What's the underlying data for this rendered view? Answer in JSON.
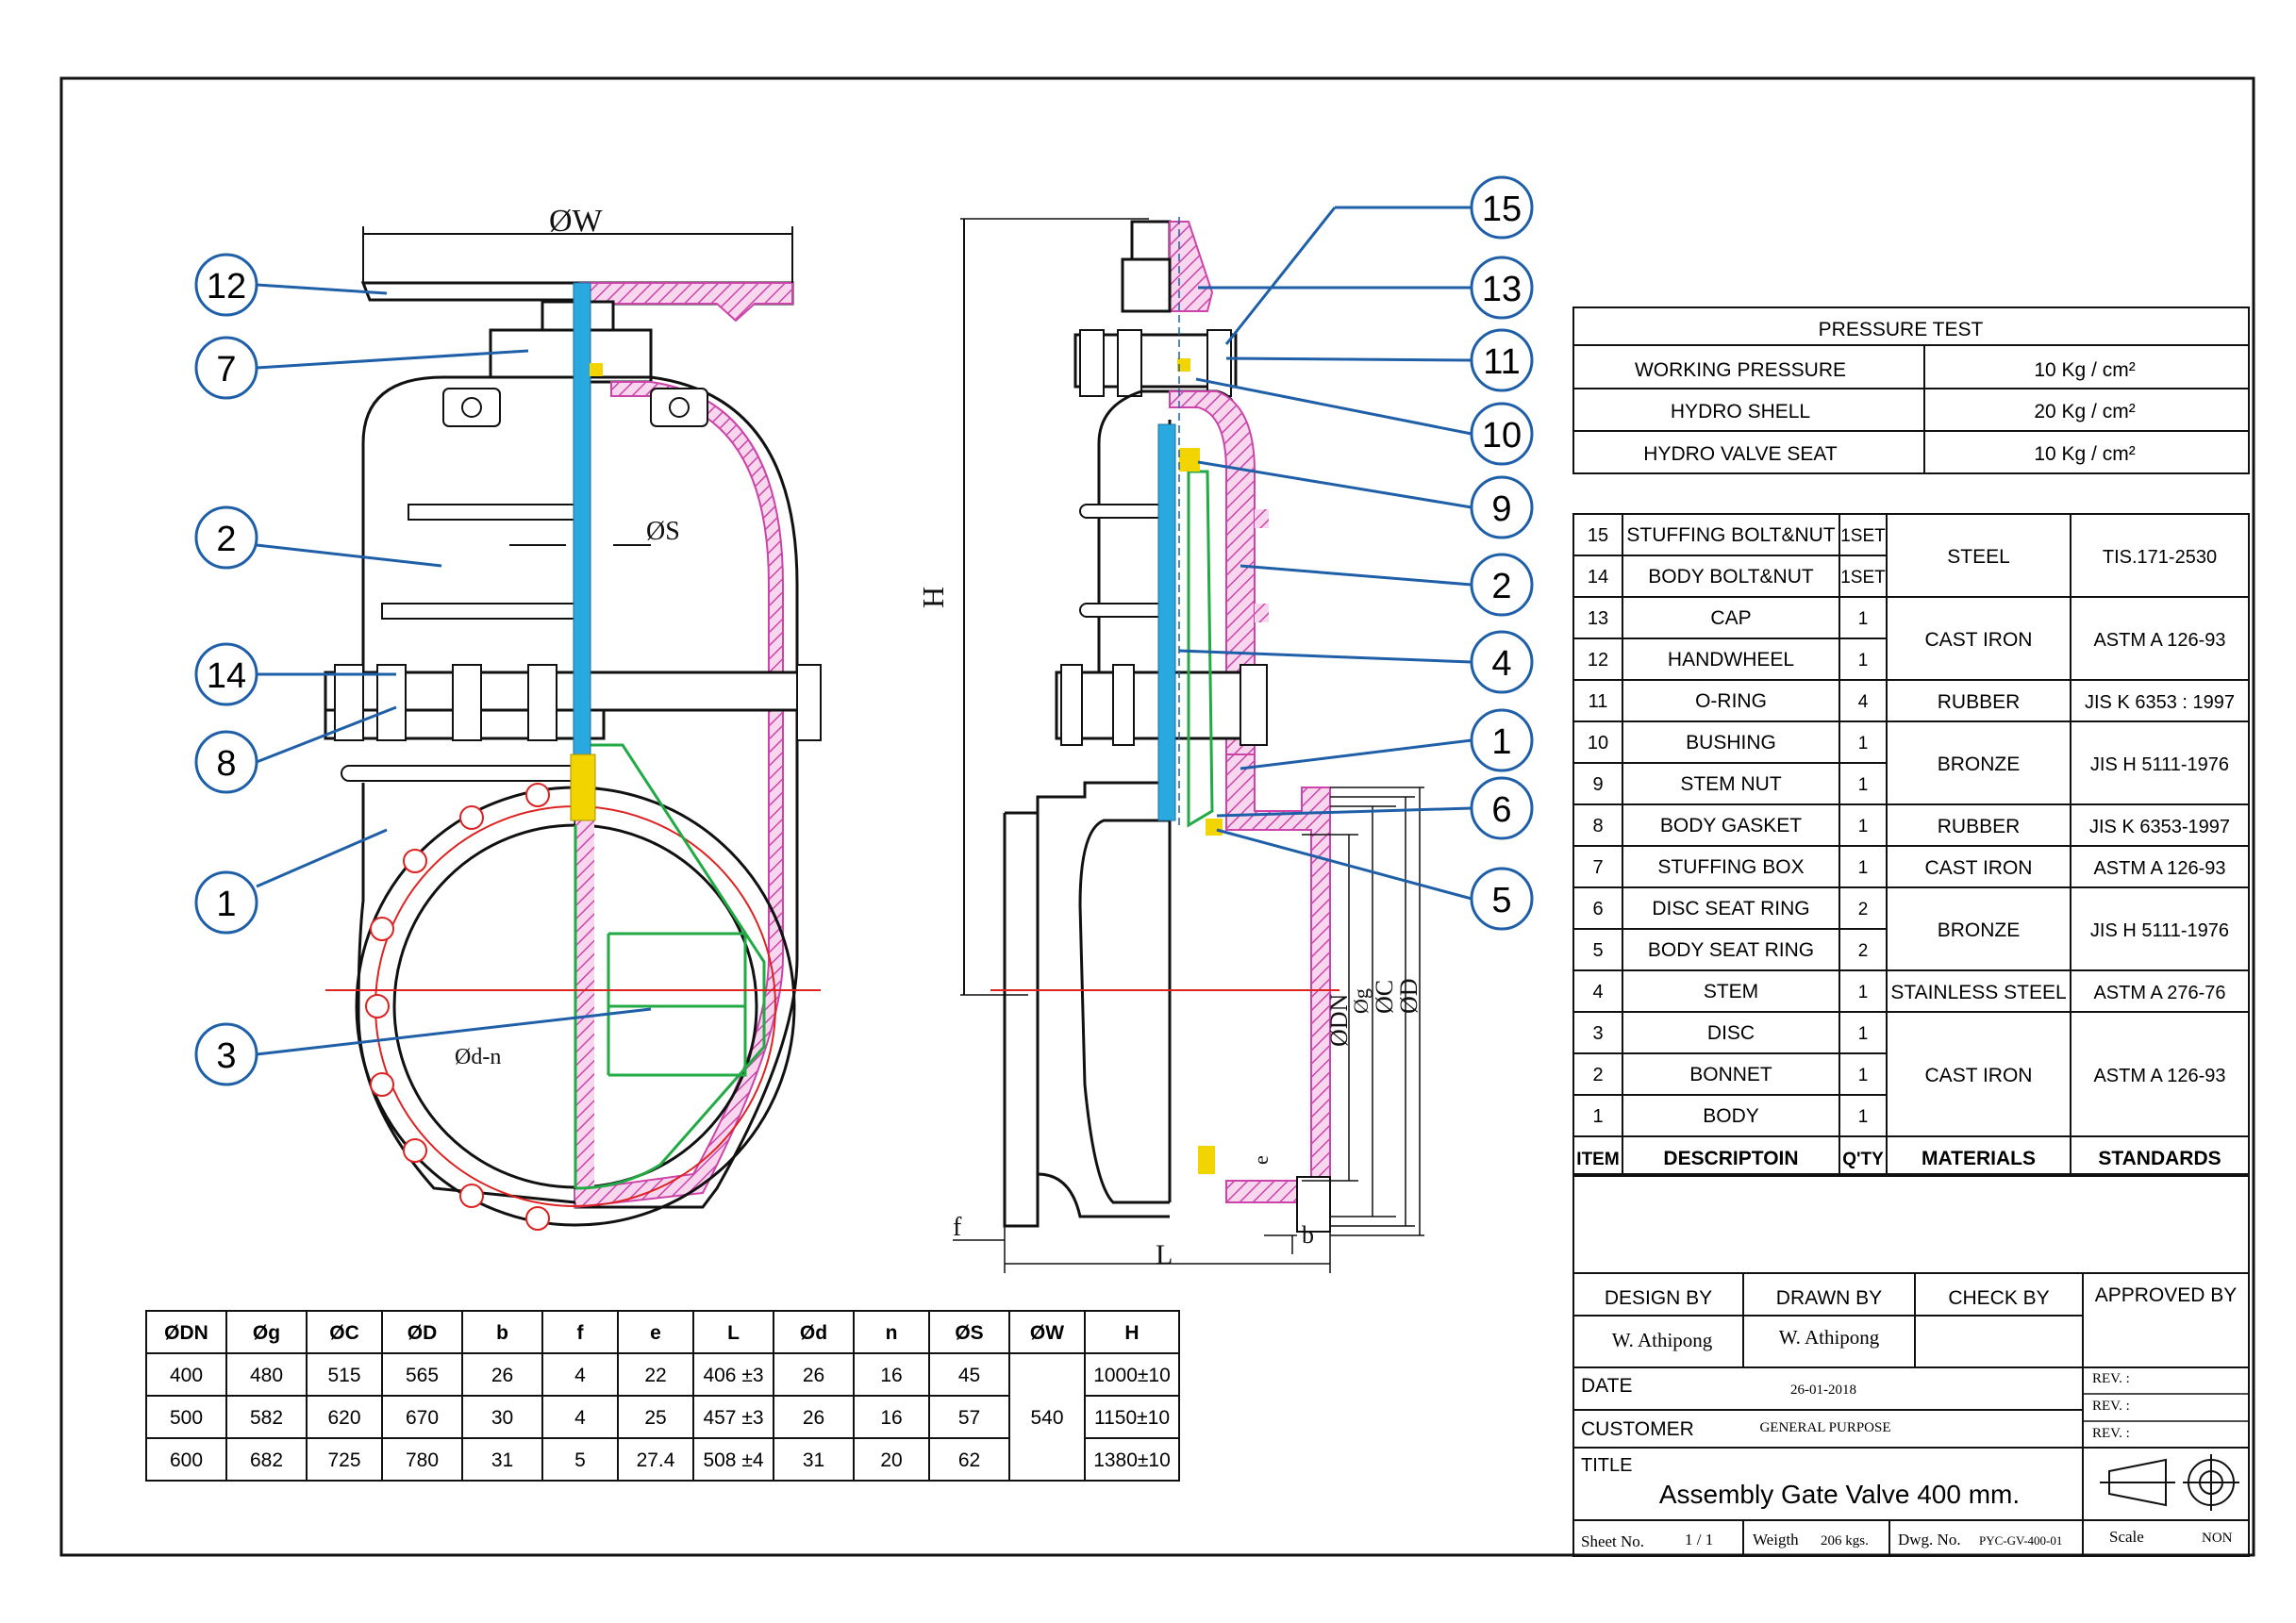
{
  "callouts": {
    "left": [
      "12",
      "7",
      "2",
      "14",
      "8",
      "1",
      "3"
    ],
    "right": [
      "15",
      "13",
      "11",
      "10",
      "9",
      "2",
      "4",
      "1",
      "6",
      "5"
    ]
  },
  "dimension_labels": {
    "w": "ØW",
    "s": "ØS",
    "dn": "Ød-n",
    "h": "H",
    "odn": "ØDN",
    "og": "Øg",
    "oc": "ØC",
    "od": "ØD",
    "e": "e",
    "f": "f",
    "l": "L",
    "b": "b"
  },
  "pressure_test": {
    "title": "PRESSURE TEST",
    "rows": [
      {
        "label": "WORKING PRESSURE",
        "value": "10  Kg / cm²"
      },
      {
        "label": "HYDRO SHELL",
        "value": "20  Kg / cm²"
      },
      {
        "label": "HYDRO VALVE SEAT",
        "value": "10  Kg / cm²"
      }
    ]
  },
  "parts": {
    "header": {
      "item": "ITEM",
      "desc": "DESCRIPTOIN",
      "qty": "Q'TY",
      "mat": "MATERIALS",
      "std": "STANDARDS"
    },
    "items": [
      {
        "item": "15",
        "desc": "STUFFING BOLT&NUT",
        "qty": "1SET"
      },
      {
        "item": "14",
        "desc": "BODY BOLT&NUT",
        "qty": "1SET"
      },
      {
        "item": "13",
        "desc": "CAP",
        "qty": "1"
      },
      {
        "item": "12",
        "desc": "HANDWHEEL",
        "qty": "1"
      },
      {
        "item": "11",
        "desc": "O-RING",
        "qty": "4"
      },
      {
        "item": "10",
        "desc": "BUSHING",
        "qty": "1"
      },
      {
        "item": "9",
        "desc": "STEM NUT",
        "qty": "1"
      },
      {
        "item": "8",
        "desc": "BODY GASKET",
        "qty": "1"
      },
      {
        "item": "7",
        "desc": "STUFFING BOX",
        "qty": "1"
      },
      {
        "item": "6",
        "desc": "DISC SEAT RING",
        "qty": "2"
      },
      {
        "item": "5",
        "desc": "BODY SEAT RING",
        "qty": "2"
      },
      {
        "item": "4",
        "desc": "STEM",
        "qty": "1"
      },
      {
        "item": "3",
        "desc": "DISC",
        "qty": "1"
      },
      {
        "item": "2",
        "desc": "BONNET",
        "qty": "1"
      },
      {
        "item": "1",
        "desc": "BODY",
        "qty": "1"
      }
    ],
    "groups": [
      {
        "mat": "STEEL",
        "std": "TIS.171-2530"
      },
      {
        "mat": "CAST IRON",
        "std": "ASTM A 126-93"
      },
      {
        "mat": "RUBBER",
        "std": "JIS K 6353 : 1997"
      },
      {
        "mat": "BRONZE",
        "std": "JIS H 5111-1976"
      },
      {
        "mat": "RUBBER",
        "std": "JIS K 6353-1997"
      },
      {
        "mat": "CAST IRON",
        "std": "ASTM A 126-93"
      },
      {
        "mat": "BRONZE",
        "std": "JIS H 5111-1976"
      },
      {
        "mat": "STAINLESS STEEL",
        "std": "ASTM A 276-76"
      },
      {
        "mat": "CAST IRON",
        "std": "ASTM A 126-93"
      }
    ]
  },
  "dimensions": {
    "headers": [
      "ØDN",
      "Øg",
      "ØC",
      "ØD",
      "b",
      "f",
      "e",
      "L",
      "Ød",
      "n",
      "ØS",
      "ØW",
      "H"
    ],
    "rows": [
      [
        "400",
        "480",
        "515",
        "565",
        "26",
        "4",
        "22",
        "406 ±3",
        "26",
        "16",
        "45",
        "1000±10"
      ],
      [
        "500",
        "582",
        "620",
        "670",
        "30",
        "4",
        "25",
        "457 ±3",
        "26",
        "16",
        "57",
        "1150±10"
      ],
      [
        "600",
        "682",
        "725",
        "780",
        "31",
        "5",
        "27.4",
        "508 ±4",
        "31",
        "20",
        "62",
        "1380±10"
      ]
    ],
    "w_value": "540"
  },
  "title_block": {
    "design_by_label": "DESIGN BY",
    "drawn_by_label": "DRAWN BY",
    "check_by_label": "CHECK BY",
    "approved_by_label": "APPROVED  BY",
    "design_by": "W. Athipong",
    "drawn_by": "W. Athipong",
    "date_label": "DATE",
    "date": "26-01-2018",
    "customer_label": "CUSTOMER",
    "customer": "GENERAL PURPOSE",
    "rev": [
      "REV. :",
      "REV. :",
      "REV. :"
    ],
    "title_label": "TITLE",
    "title": "Assembly Gate Valve 400 mm.",
    "sheet_label": "Sheet No.",
    "sheet": "1 / 1",
    "weight_label": "Weigth",
    "weight": "206 kgs.",
    "dwg_label": "Dwg. No.",
    "dwg": "PYC-GV-400-01",
    "scale_label": "Scale",
    "scale": "NON"
  },
  "colors": {
    "callout": "#1e5fa8",
    "stem": "#2aa8e0",
    "body_hatch": "#cc44aa",
    "disc": "#22aa44",
    "centerline": "#dd2222",
    "bronze": "#f2d400"
  }
}
